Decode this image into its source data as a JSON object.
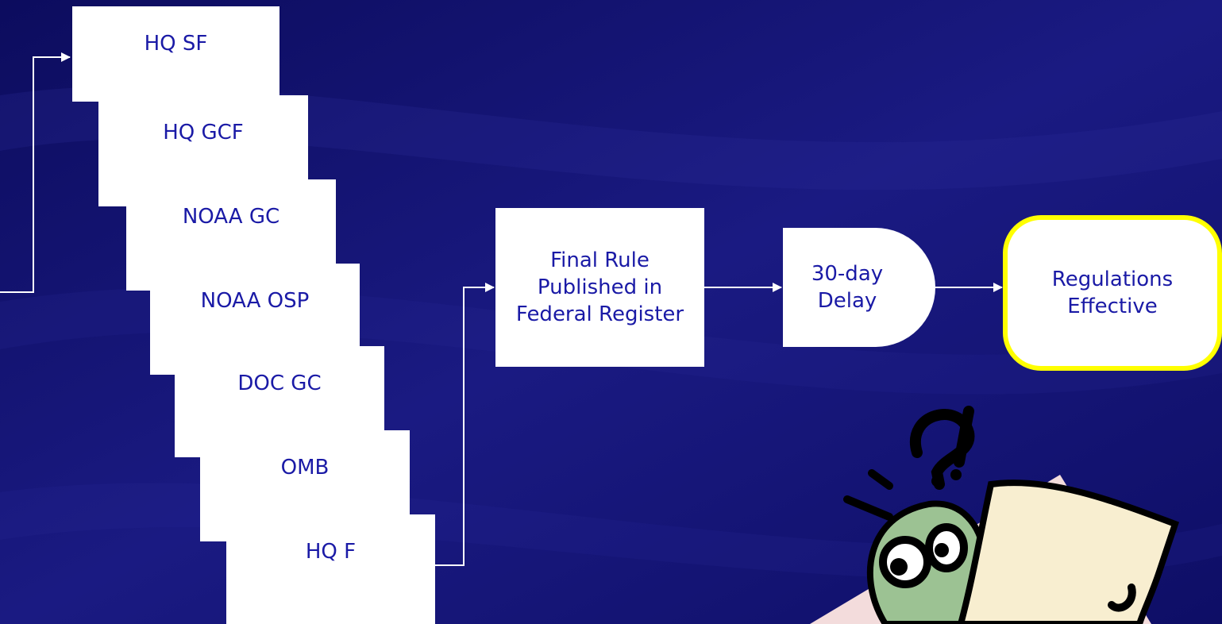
{
  "colors": {
    "background": "#10106e",
    "box_fill": "#ffffff",
    "box_text": "#1a1aa6",
    "highlight_border": "#ffff00"
  },
  "review_steps": [
    {
      "label": "HQ SF"
    },
    {
      "label": "HQ GCF"
    },
    {
      "label": "NOAA GC"
    },
    {
      "label": "NOAA OSP"
    },
    {
      "label": "DOC GC"
    },
    {
      "label": "OMB"
    },
    {
      "label": "HQ F"
    }
  ],
  "final_rule": {
    "label": "Final Rule Published in Federal Register"
  },
  "delay": {
    "label": "30-day Delay"
  },
  "effective": {
    "label": "Regulations Effective"
  },
  "cartoon": {
    "icon": "confused-reader-cartoon"
  }
}
